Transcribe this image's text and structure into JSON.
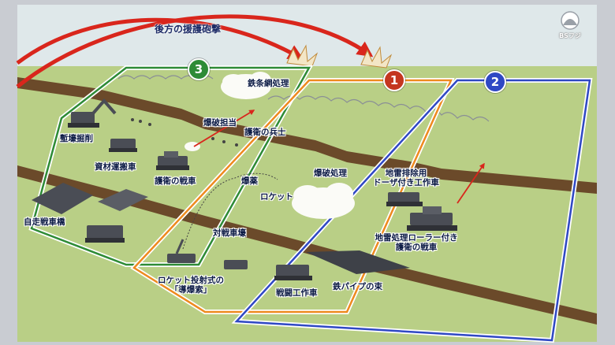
{
  "title": "後方の援護砲撃",
  "logo": {
    "text": "BSフジ",
    "icon": "bs-fuji-logo"
  },
  "zones": [
    {
      "number": "1",
      "color": "#c4361f"
    },
    {
      "number": "2",
      "color": "#2f48c4"
    },
    {
      "number": "3",
      "color": "#2e8b36"
    }
  ],
  "labels": {
    "barbed_wire": "鉄条網処理",
    "demolition_crew": "爆破担当",
    "escort_soldiers": "護衛の兵士",
    "trench_digging": "塹壕掘削",
    "material_carrier": "資材運搬車",
    "escort_tank": "護衛の戦車",
    "explosives": "爆薬",
    "rocket": "ロケット",
    "demolition": "爆破処理",
    "mine_dozer_line1": "地雷排除用",
    "mine_dozer_line2": "ドーザ付き工作車",
    "self_propelled_bridge": "自走戦車橋",
    "anti_tank_trench": "対戦車壕",
    "mine_roller_line1": "地雷処理ローラー付き",
    "mine_roller_line2": "護衛の戦車",
    "rocket_launcher_line1": "ロケット投射式の",
    "rocket_launcher_line2": "「導爆索」",
    "combat_engineer_vehicle": "戦闘工作車",
    "steel_pipe_bundle": "鉄パイプの束"
  },
  "colors": {
    "background": "#c9ccd2",
    "sky": "#dfe8ea",
    "ground": "#b9cf86",
    "trench": "#6b4a2a",
    "fire_arrow": "#d9261c",
    "zone_orange": "#ee8a1f",
    "zone_blue": "#2f48c4",
    "zone_green": "#2e8b36"
  }
}
